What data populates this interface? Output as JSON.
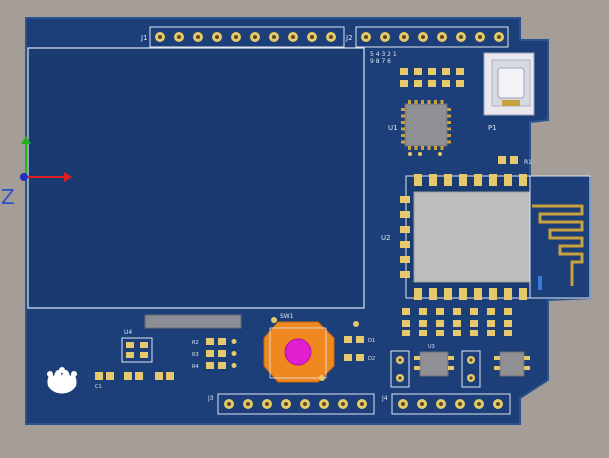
{
  "viewport": {
    "background": "#a59d97",
    "board_color": "#1c3f7a",
    "board_edge_color": "#23488a",
    "silk_color": "#dfe6f2",
    "copper_color": "#c8a23c",
    "pad_color": "#e6c96a",
    "pad_hole_color": "#5a4a1e",
    "module_body_color": "#bdbdbd"
  },
  "axes": {
    "x_color": "#e02020",
    "y_color": "#20b020",
    "z_color": "#2030c0",
    "z_label": "Z"
  },
  "silkscreen": {
    "header_top_left": "J1",
    "header_top_right": "J2",
    "header_top_right_block": "5 4 3 2 1\n9 8 7 6",
    "header_bottom_left": "J3",
    "header_bottom_right": "J4",
    "usb_label": "P1",
    "mcu_label": "U1",
    "module_label": "U2",
    "resistor_label": "R1",
    "regulator_label": "U3",
    "resistor_group": [
      "R2",
      "R3",
      "R4"
    ],
    "button_label": "SW1",
    "led_labels": [
      "D1",
      "D2"
    ],
    "caps_label": "C1"
  },
  "icons": {
    "logo": "crown-logo-icon",
    "usb": "usb-connector-icon",
    "antenna": "antenna-icon"
  }
}
